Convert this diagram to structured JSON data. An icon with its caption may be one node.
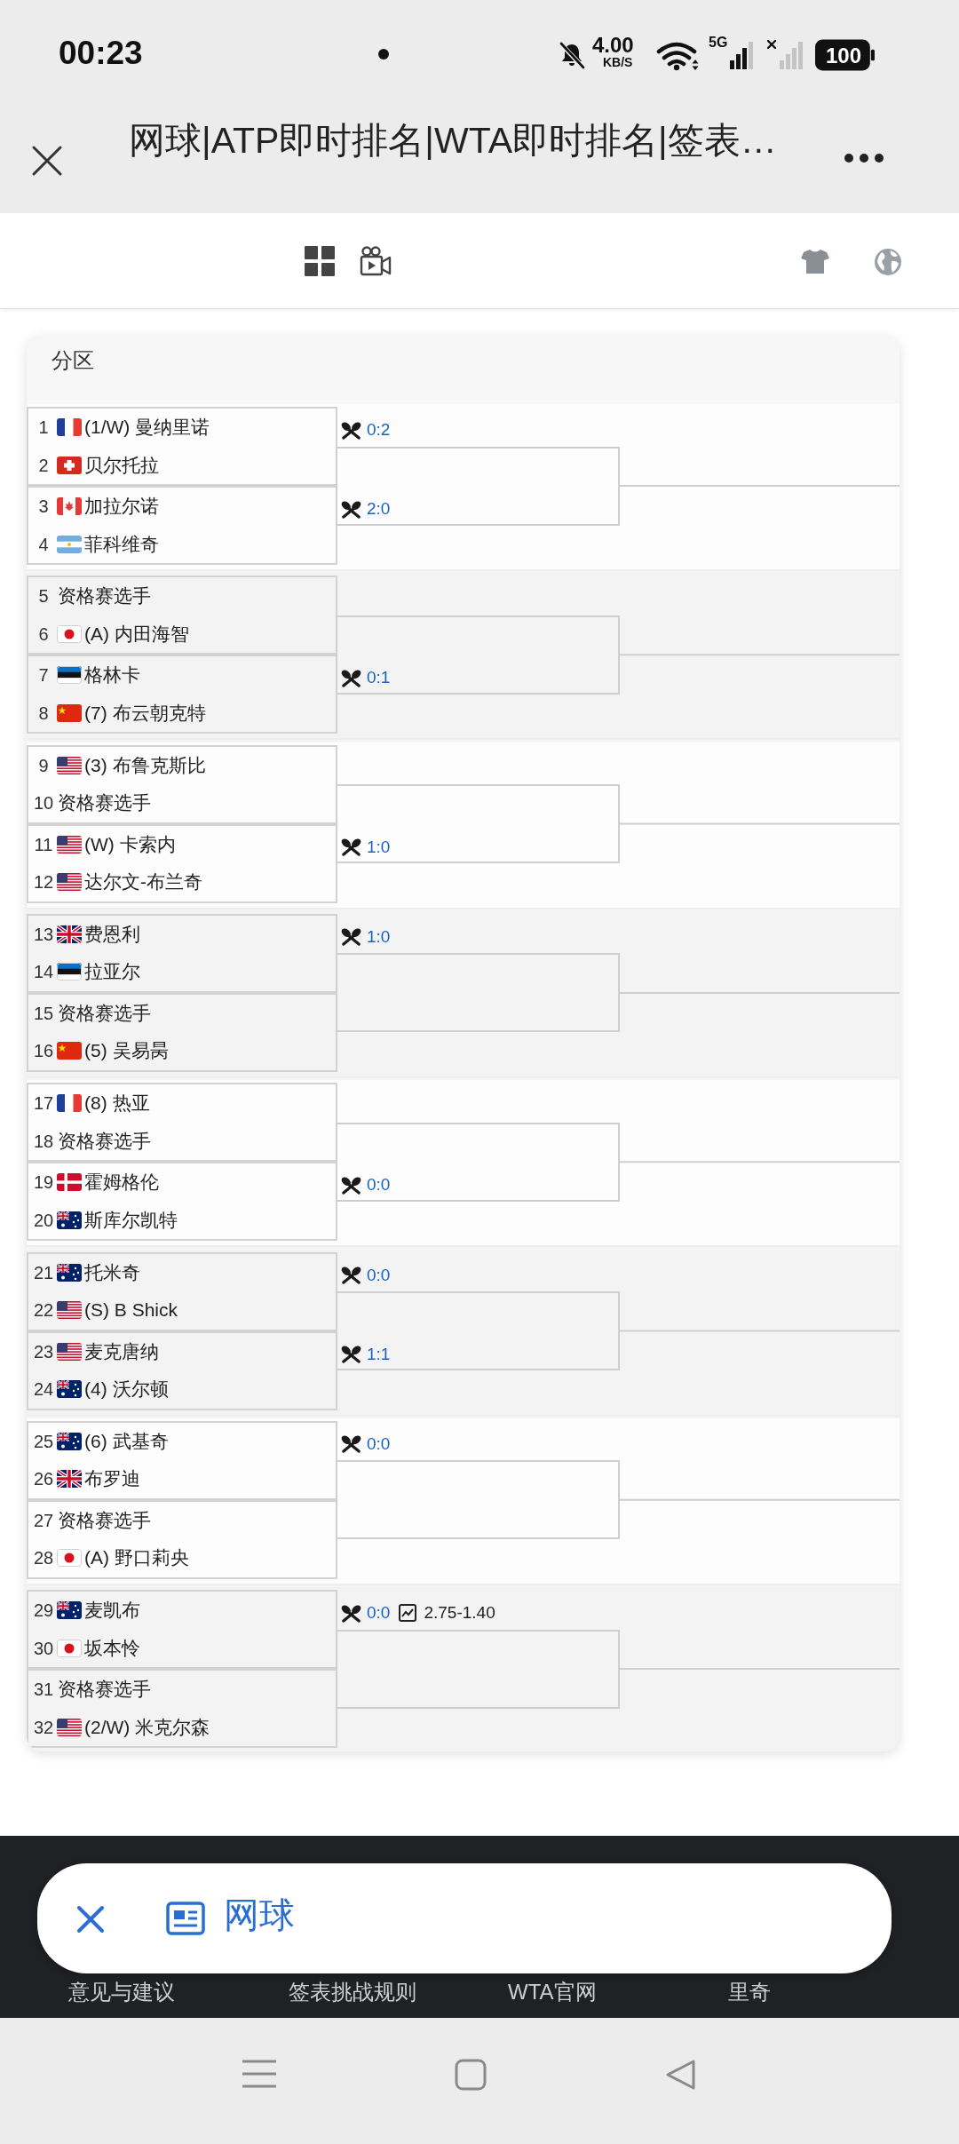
{
  "diagram": {
    "nodes": [
      {
        "text": [
          "分区"
        ]
      },
      {
        "text": [
          "1",
          "(1/W) 曼纳里诺",
          "2",
          "贝尔托拉"
        ],
        "in": 0
      },
      {
        "text": [
          "3",
          "加拉尔诺",
          "4",
          "菲科维奇"
        ],
        "in": 0
      },
      {
        "text": [],
        "shape": "box",
        "in": 0
      },
      {
        "text": [
          "5",
          "资格赛选手",
          "6",
          "(A) 内田海智"
        ],
        "in": 0
      },
      {
        "text": [
          "7",
          "格林卡",
          "8",
          "(7) 布云朝克特"
        ],
        "in": 0
      },
      {
        "text": [],
        "shape": "box",
        "in": 0
      },
      {
        "text": [
          "9",
          "(3) 布鲁克斯比",
          "10",
          "资格赛选手"
        ],
        "in": 0
      },
      {
        "text": [
          "11",
          "(W) 卡索内",
          "12",
          "达尔文-布兰奇"
        ],
        "in": 0
      },
      {
        "text": [],
        "shape": "box",
        "in": 0
      },
      {
        "text": [
          "13",
          "费恩利",
          "14",
          "拉亚尔"
        ],
        "in": 0
      },
      {
        "text": [
          "15",
          "资格赛选手",
          "16",
          "(5) 吴易昺"
        ],
        "in": 0
      },
      {
        "text": [],
        "shape": "box",
        "in": 0
      },
      {
        "text": [
          "17",
          "(8) 热亚",
          "18",
          "资格赛选手"
        ],
        "in": 0
      },
      {
        "text": [
          "19",
          "霍姆格伦",
          "20",
          "斯库尔凯特"
        ],
        "in": 0
      },
      {
        "text": [],
        "shape": "box",
        "in": 0
      },
      {
        "text": [
          "21",
          "托米奇",
          "22",
          "(S) B Shick"
        ],
        "in": 0
      },
      {
        "text": [
          "23",
          "麦克唐纳",
          "24",
          "(4) 沃尔顿"
        ],
        "in": 0
      },
      {
        "text": [],
        "shape": "box",
        "in": 0
      },
      {
        "text": [
          "25",
          "(6) 武基奇",
          "26",
          "布罗迪"
        ],
        "in": 0
      },
      {
        "text": [
          "27",
          "资格赛选手",
          "28",
          "(A) 野口莉央"
        ],
        "in": 0
      },
      {
        "text": [],
        "shape": "box",
        "in": 0
      },
      {
        "text": [
          "29",
          "麦凯布",
          "30",
          "坂本怜"
        ],
        "in": 0
      },
      {
        "text": [
          "31",
          "资格赛选手",
          "32",
          "(2/W) 米克尔森"
        ],
        "in": 0
      },
      {
        "text": [],
        "shape": "box",
        "in": 0
      }
    ],
    "edges": [
      {
        "from": 3,
        "to": null,
        "arrow": "none"
      },
      {
        "from": 6,
        "to": null,
        "arrow": "none"
      },
      {
        "from": 9,
        "to": null,
        "arrow": "none"
      },
      {
        "from": 12,
        "to": null,
        "arrow": "none"
      },
      {
        "from": 15,
        "to": null,
        "arrow": "none"
      },
      {
        "from": 18,
        "to": null,
        "arrow": "none"
      },
      {
        "from": 21,
        "to": null,
        "arrow": "none"
      },
      {
        "from": 24,
        "to": null,
        "arrow": "none"
      }
    ],
    "labels": [
      "00:23",
      "4.00",
      "KB/S",
      "5G",
      "100",
      "网球|ATP即时排名|WTA即时排名|签表…",
      "0:2",
      "2:0",
      "0:1",
      "1:0",
      "1:0",
      "0:0",
      "0:0",
      "1:1",
      "0:0",
      "0:0",
      "2.75-1.40",
      "网球",
      "意见与建议",
      "签表挑战规则",
      "WTA官网",
      "里奇"
    ]
  }
}
